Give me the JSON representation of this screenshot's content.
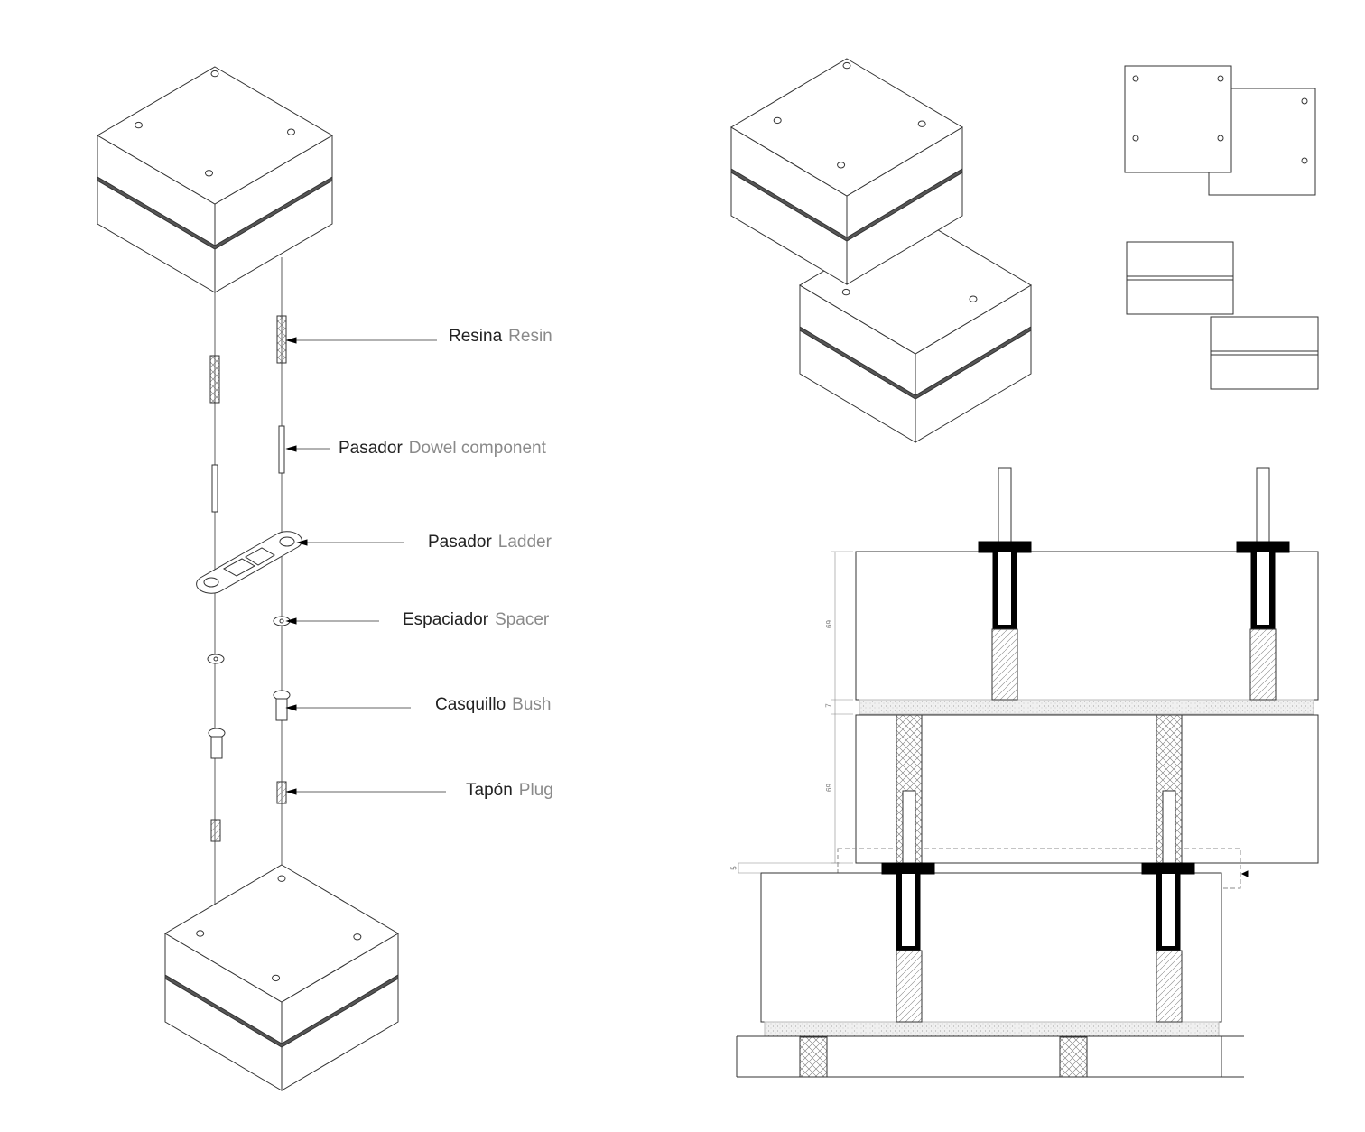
{
  "labels": [
    {
      "es": "Resina",
      "en": "Resin"
    },
    {
      "es": "Pasador",
      "en": "Dowel component"
    },
    {
      "es": "Pasador",
      "en": "Ladder"
    },
    {
      "es": "Espaciador",
      "en": "Spacer"
    },
    {
      "es": "Casquillo",
      "en": "Bush"
    },
    {
      "es": "Tapón",
      "en": "Plug"
    }
  ],
  "dimensions": {
    "block_upper": "69",
    "joint": "7",
    "block_lower": "69",
    "offset": "5"
  },
  "colors": {
    "line": "#333333",
    "solid": "#000000",
    "fill_gray": "#e6e6e6"
  }
}
